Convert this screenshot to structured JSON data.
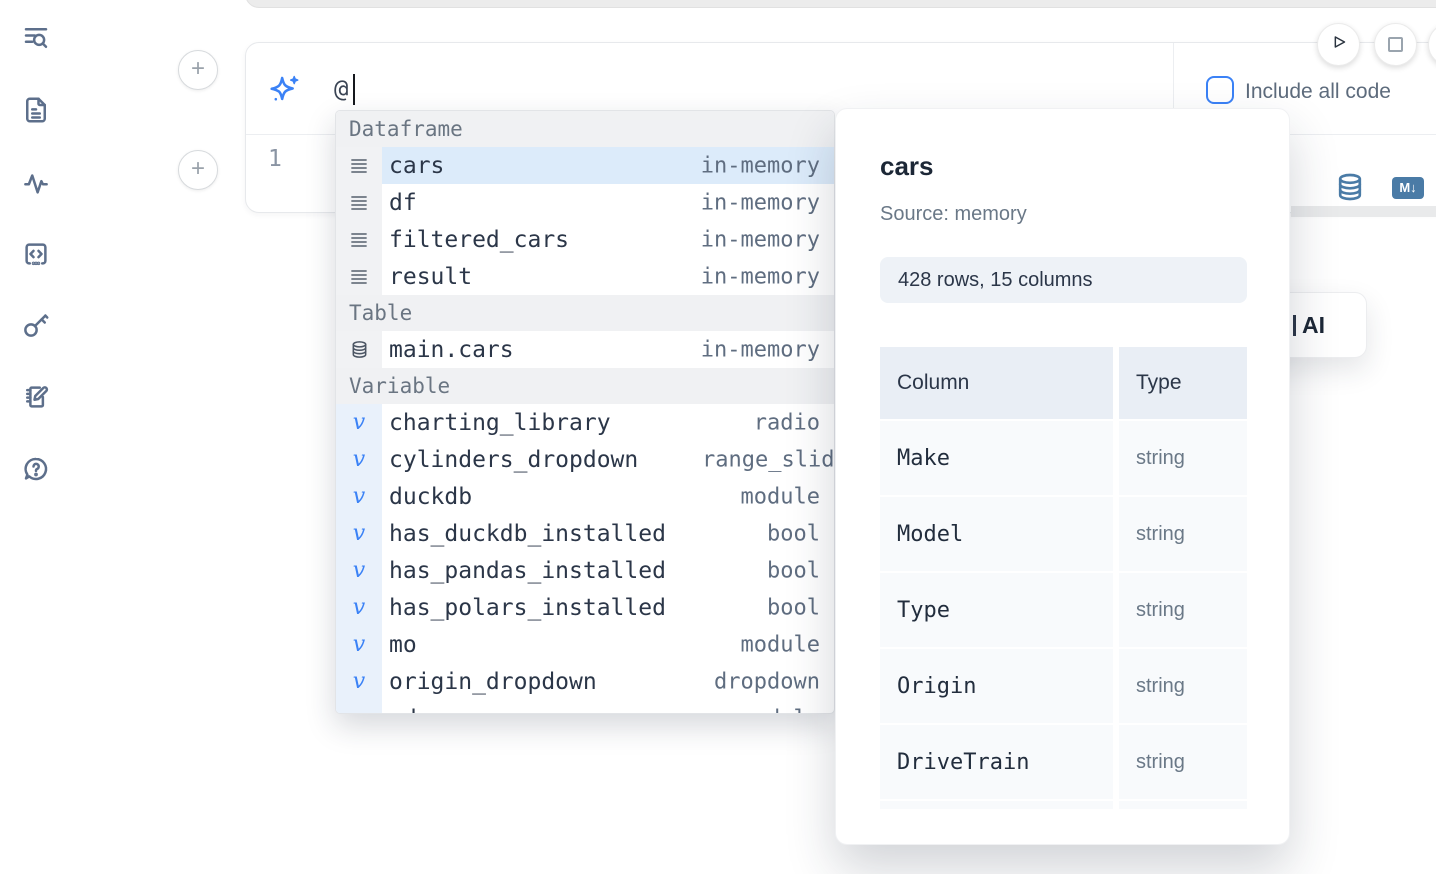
{
  "colors": {
    "accent_blue": "#3b82f6",
    "steel_blue": "#4a7ba6",
    "icon_slate": "#5d6f8b",
    "selection_highlight": "#dcebfa"
  },
  "sidebar": {
    "icons": [
      "list-search-icon",
      "file-text-icon",
      "activity-icon",
      "code-snippets-icon",
      "key-icon",
      "scratchpad-icon",
      "help-chat-icon"
    ]
  },
  "editor": {
    "prompt_value": "@",
    "include_all_code_label": "Include all code",
    "checkbox_checked": false,
    "line_number": "1",
    "markdown_badge": "M↓"
  },
  "run_controls": {
    "icons": [
      "play-icon",
      "stop-icon"
    ]
  },
  "autocomplete": {
    "sections": [
      {
        "label": "Dataframe",
        "items": [
          {
            "name": "cars",
            "type": "in-memory"
          },
          {
            "name": "df",
            "type": "in-memory"
          },
          {
            "name": "filtered_cars",
            "type": "in-memory"
          },
          {
            "name": "result",
            "type": "in-memory"
          }
        ]
      },
      {
        "label": "Table",
        "items": [
          {
            "name": "main.cars",
            "type": "in-memory"
          }
        ]
      },
      {
        "label": "Variable",
        "items": [
          {
            "name": "charting_library",
            "type": "radio"
          },
          {
            "name": "cylinders_dropdown",
            "type": "range_slider"
          },
          {
            "name": "duckdb",
            "type": "module"
          },
          {
            "name": "has_duckdb_installed",
            "type": "bool"
          },
          {
            "name": "has_pandas_installed",
            "type": "bool"
          },
          {
            "name": "has_polars_installed",
            "type": "bool"
          },
          {
            "name": "mo",
            "type": "module"
          },
          {
            "name": "origin_dropdown",
            "type": "dropdown"
          },
          {
            "name": "pd",
            "type": "module"
          }
        ]
      }
    ]
  },
  "preview": {
    "title": "cars",
    "source": "Source: memory",
    "shape_badge": "428 rows, 15 columns",
    "table": {
      "headers": [
        "Column",
        "Type"
      ],
      "rows": [
        [
          "Make",
          "string"
        ],
        [
          "Model",
          "string"
        ],
        [
          "Type",
          "string"
        ],
        [
          "Origin",
          "string"
        ],
        [
          "DriveTrain",
          "string"
        ],
        [
          "",
          ""
        ]
      ]
    }
  },
  "ai_button": {
    "visible_label": "AI"
  }
}
